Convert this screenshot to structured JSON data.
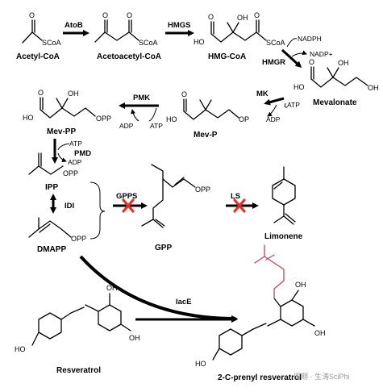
{
  "compounds": {
    "acetyl_coa": "Acetyl-CoA",
    "acetoacetyl_coa": "Acetoacetyl-CoA",
    "hmg_coa": "HMG-CoA",
    "mevalonate": "Mevalonate",
    "mev_p": "Mev-P",
    "mev_pp": "Mev-PP",
    "ipp": "IPP",
    "dmapp": "DMAPP",
    "gpp": "GPP",
    "limonene": "Limonene",
    "resveratrol": "Resveratrol",
    "prenyl_resveratrol": "2-C-prenyl resveratrol"
  },
  "enzymes": {
    "atob": "AtoB",
    "hmgs": "HMGS",
    "hmgr": "HMGR",
    "mk": "MK",
    "pmk": "PMK",
    "pmd": "PMD",
    "idi": "IDI",
    "gpps": "GPPS",
    "ls": "LS",
    "iace": "IacE"
  },
  "cofactors": {
    "nadph": "NADPH",
    "nadp": "NADP+",
    "atp": "ATP",
    "adp": "ADP"
  },
  "atoms": {
    "o": "O",
    "oh": "OH",
    "ho": "HO",
    "scoa": "SCoA",
    "opp": "OPP",
    "op": "OP"
  },
  "watermark": "周期 · 生涛SciPhi",
  "colors": {
    "prenyl_highlight": "#c0455e",
    "block_x": "#e0312b"
  }
}
